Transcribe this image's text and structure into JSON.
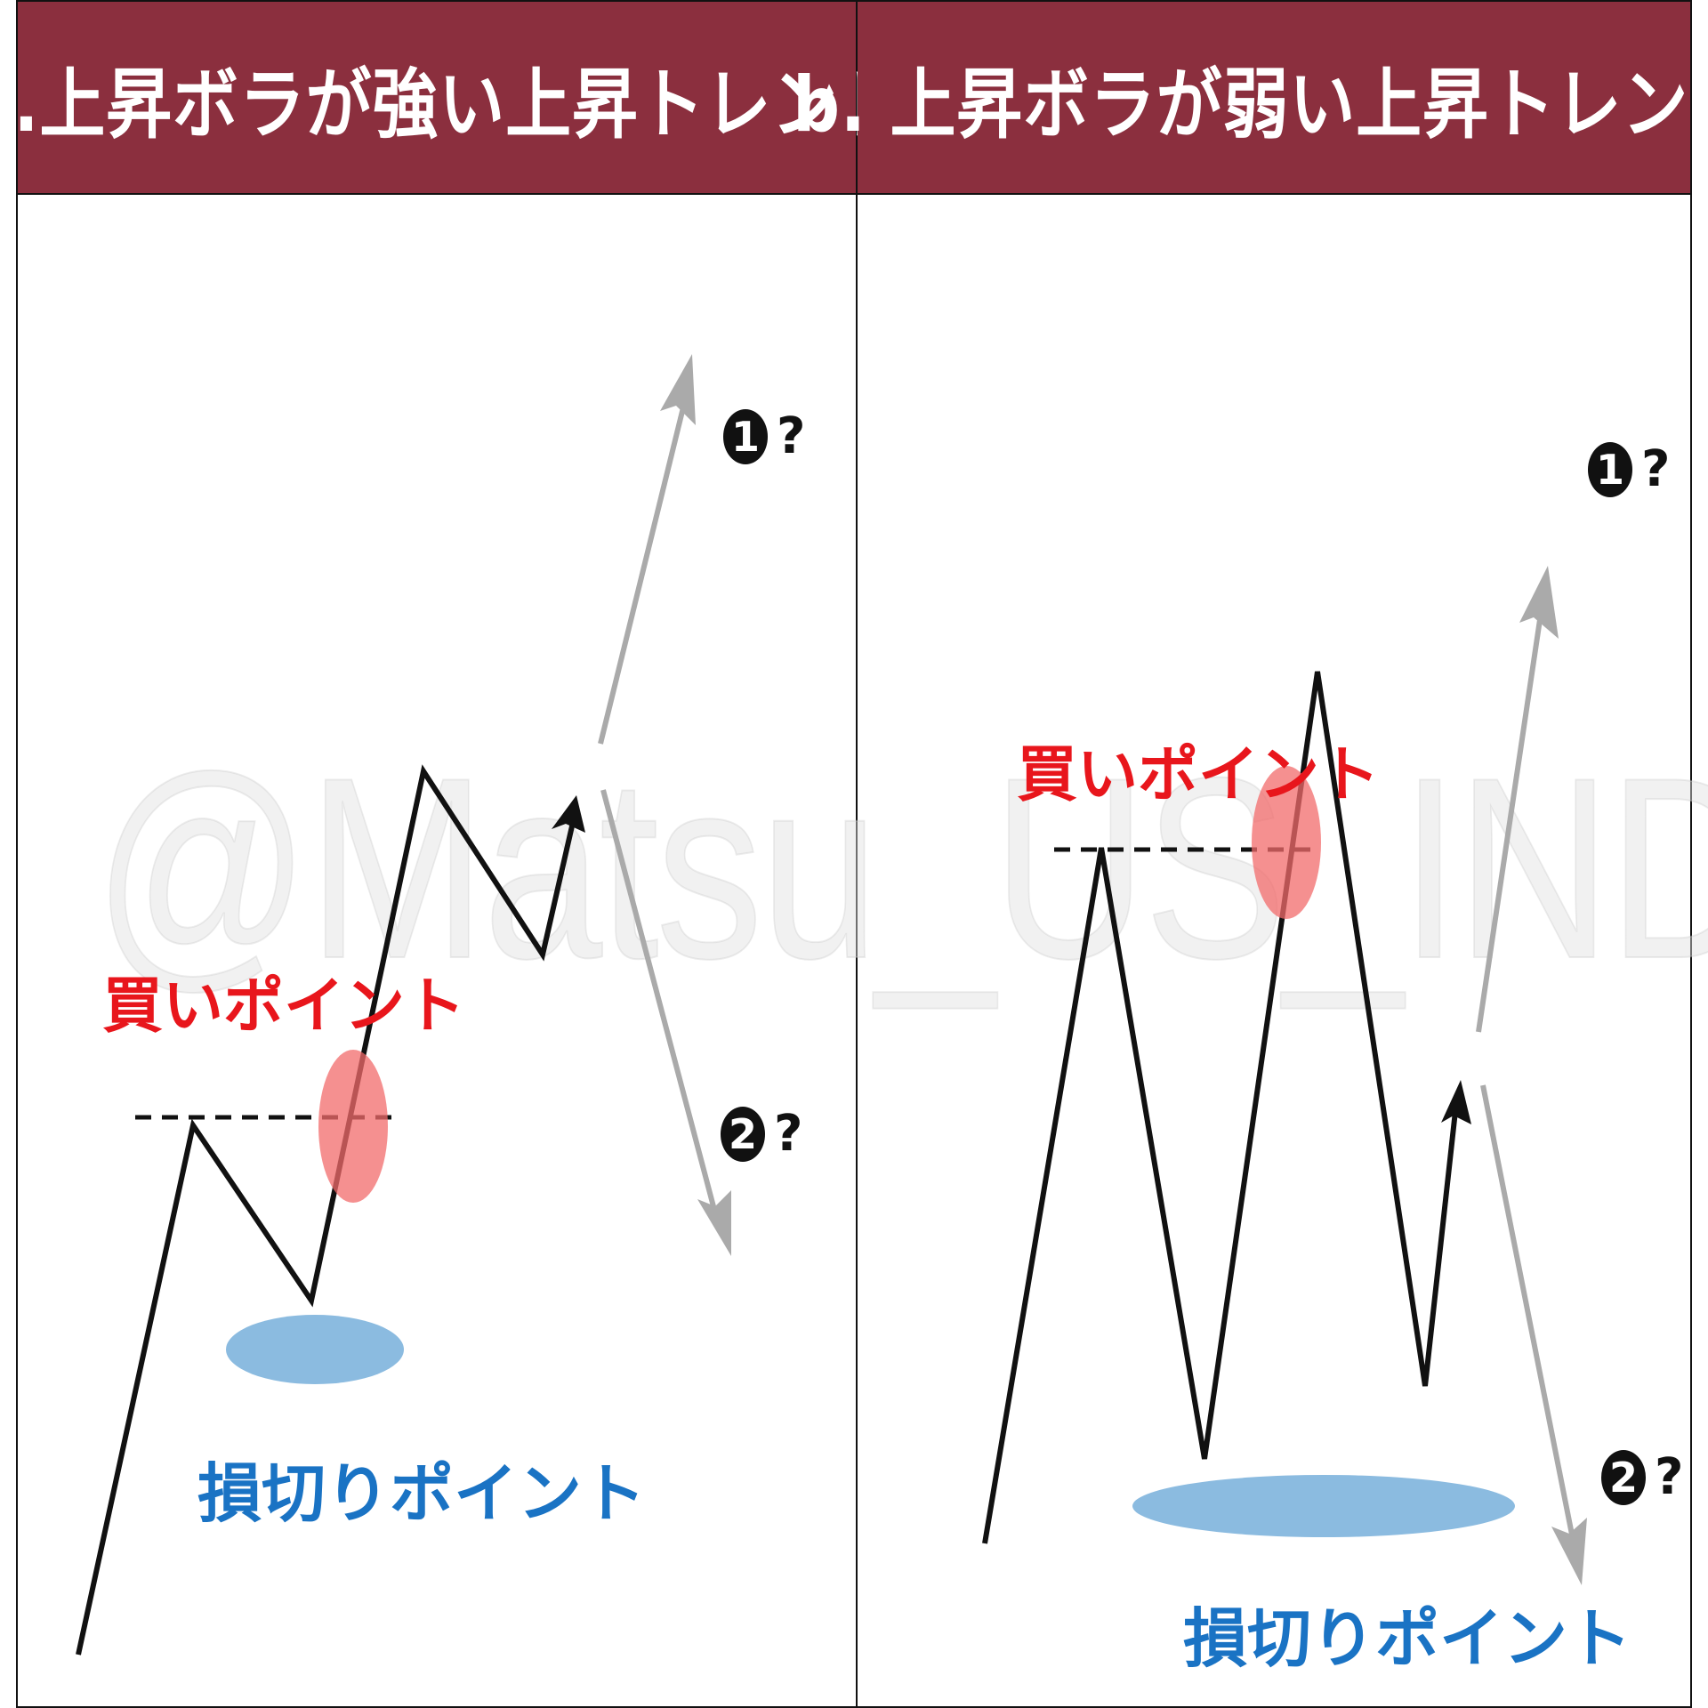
{
  "panel_a": {
    "title": "a.上昇ボラが強い上昇トレンド",
    "buy_label": "買いポイント",
    "stop_label": "損切りポイント",
    "scenario_1": {
      "number": "1",
      "mark": "?"
    },
    "scenario_2": {
      "number": "2",
      "mark": "?"
    }
  },
  "panel_b": {
    "title": "b. 上昇ボラが弱い上昇トレンド",
    "buy_label": "買いポイント",
    "stop_label": "損切りポイント",
    "scenario_1": {
      "number": "1",
      "mark": "?"
    },
    "scenario_2": {
      "number": "2",
      "mark": "?"
    }
  },
  "watermark": "@Matsu_US_INDEX",
  "colors": {
    "header": "#8b2f3e",
    "buy": "#e8161c",
    "stop": "#1a73c4",
    "buy_zone": "#f26b6b",
    "stop_zone": "#8bbbe0",
    "arrow": "#aaaaaa"
  }
}
